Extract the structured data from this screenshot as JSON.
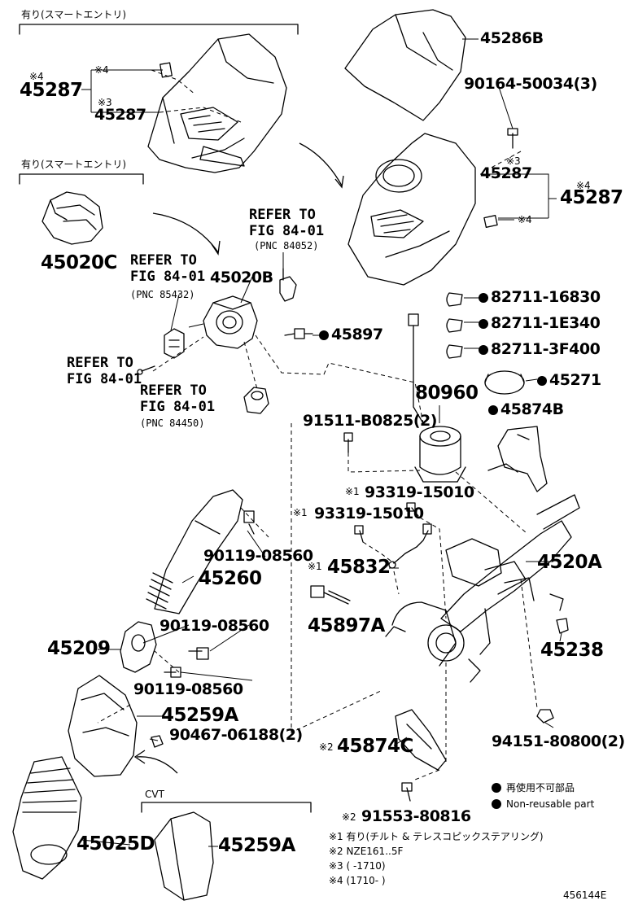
{
  "header": {
    "option_smart_entry_top": "有り(スマートエントリ)",
    "option_smart_entry_mid": "有り(スマートエントリ)",
    "option_cvt": "CVT"
  },
  "parts": {
    "p45286B": "45286B",
    "p90164": "90164-50034(3)",
    "p45287_a_mark": "※4",
    "p45287_a": "45287",
    "p45287_a_sub4": "※4",
    "p45287_a_sub3": "※3",
    "p45287_b": "45287",
    "p45287_r_mark3": "※3",
    "p45287_r": "45287",
    "p45287_r_mark4": "※4",
    "p45287_r2": "45287",
    "p45287_r_sub4": "※4",
    "p45020C": "45020C",
    "p45020B": "45020B",
    "p45897": "45897",
    "p82711_1": "82711-16830",
    "p82711_2": "82711-1E340",
    "p82711_3": "82711-3F400",
    "p45271": "45271",
    "p45874B": "45874B",
    "p80960": "80960",
    "p91511": "91511-B0825(2)",
    "p93319_a_mark": "※1",
    "p93319_a": "93319-15010",
    "p93319_b_mark": "※1",
    "p93319_b": "93319-15010",
    "p45832_mark": "※1",
    "p45832": "45832",
    "p4520A": "4520A",
    "p45897A": "45897A",
    "p45238": "45238",
    "p90119_a": "90119-08560",
    "p45260": "45260",
    "p90119_b": "90119-08560",
    "p45209": "45209",
    "p90119_c": "90119-08560",
    "p45259A_a": "45259A",
    "p90467": "90467-06188(2)",
    "p45874C_mark": "※2",
    "p45874C": "45874C",
    "p94151": "94151-80800(2)",
    "p45025D": "45025D",
    "p91553_mark": "※2",
    "p91553": "91553-80816",
    "p45259A_b": "45259A"
  },
  "refs": {
    "r1_line1": "REFER TO",
    "r1_line2": "FIG 84-01",
    "r1_pnc": "(PNC 84052)",
    "r2_line1": "REFER TO",
    "r2_line2": "FIG 84-01",
    "r2_pnc": "(PNC 85432)",
    "r3_line1": "REFER TO",
    "r3_line2": "FIG 84-01",
    "r4_line1": "REFER TO",
    "r4_line2": "FIG 84-01",
    "r4_pnc": "(PNC 84450)"
  },
  "legend": {
    "reuse_jp": "再使用不可部品",
    "reuse_en": "Non-reusable part"
  },
  "notes": {
    "n1": "※1 有り(チルト & テレスコピックステアリング)",
    "n2": "※2 NZE161..5F",
    "n3": "※3 (   -1710)",
    "n4": "※4 (1710-    )"
  },
  "figure_id": "456144E"
}
